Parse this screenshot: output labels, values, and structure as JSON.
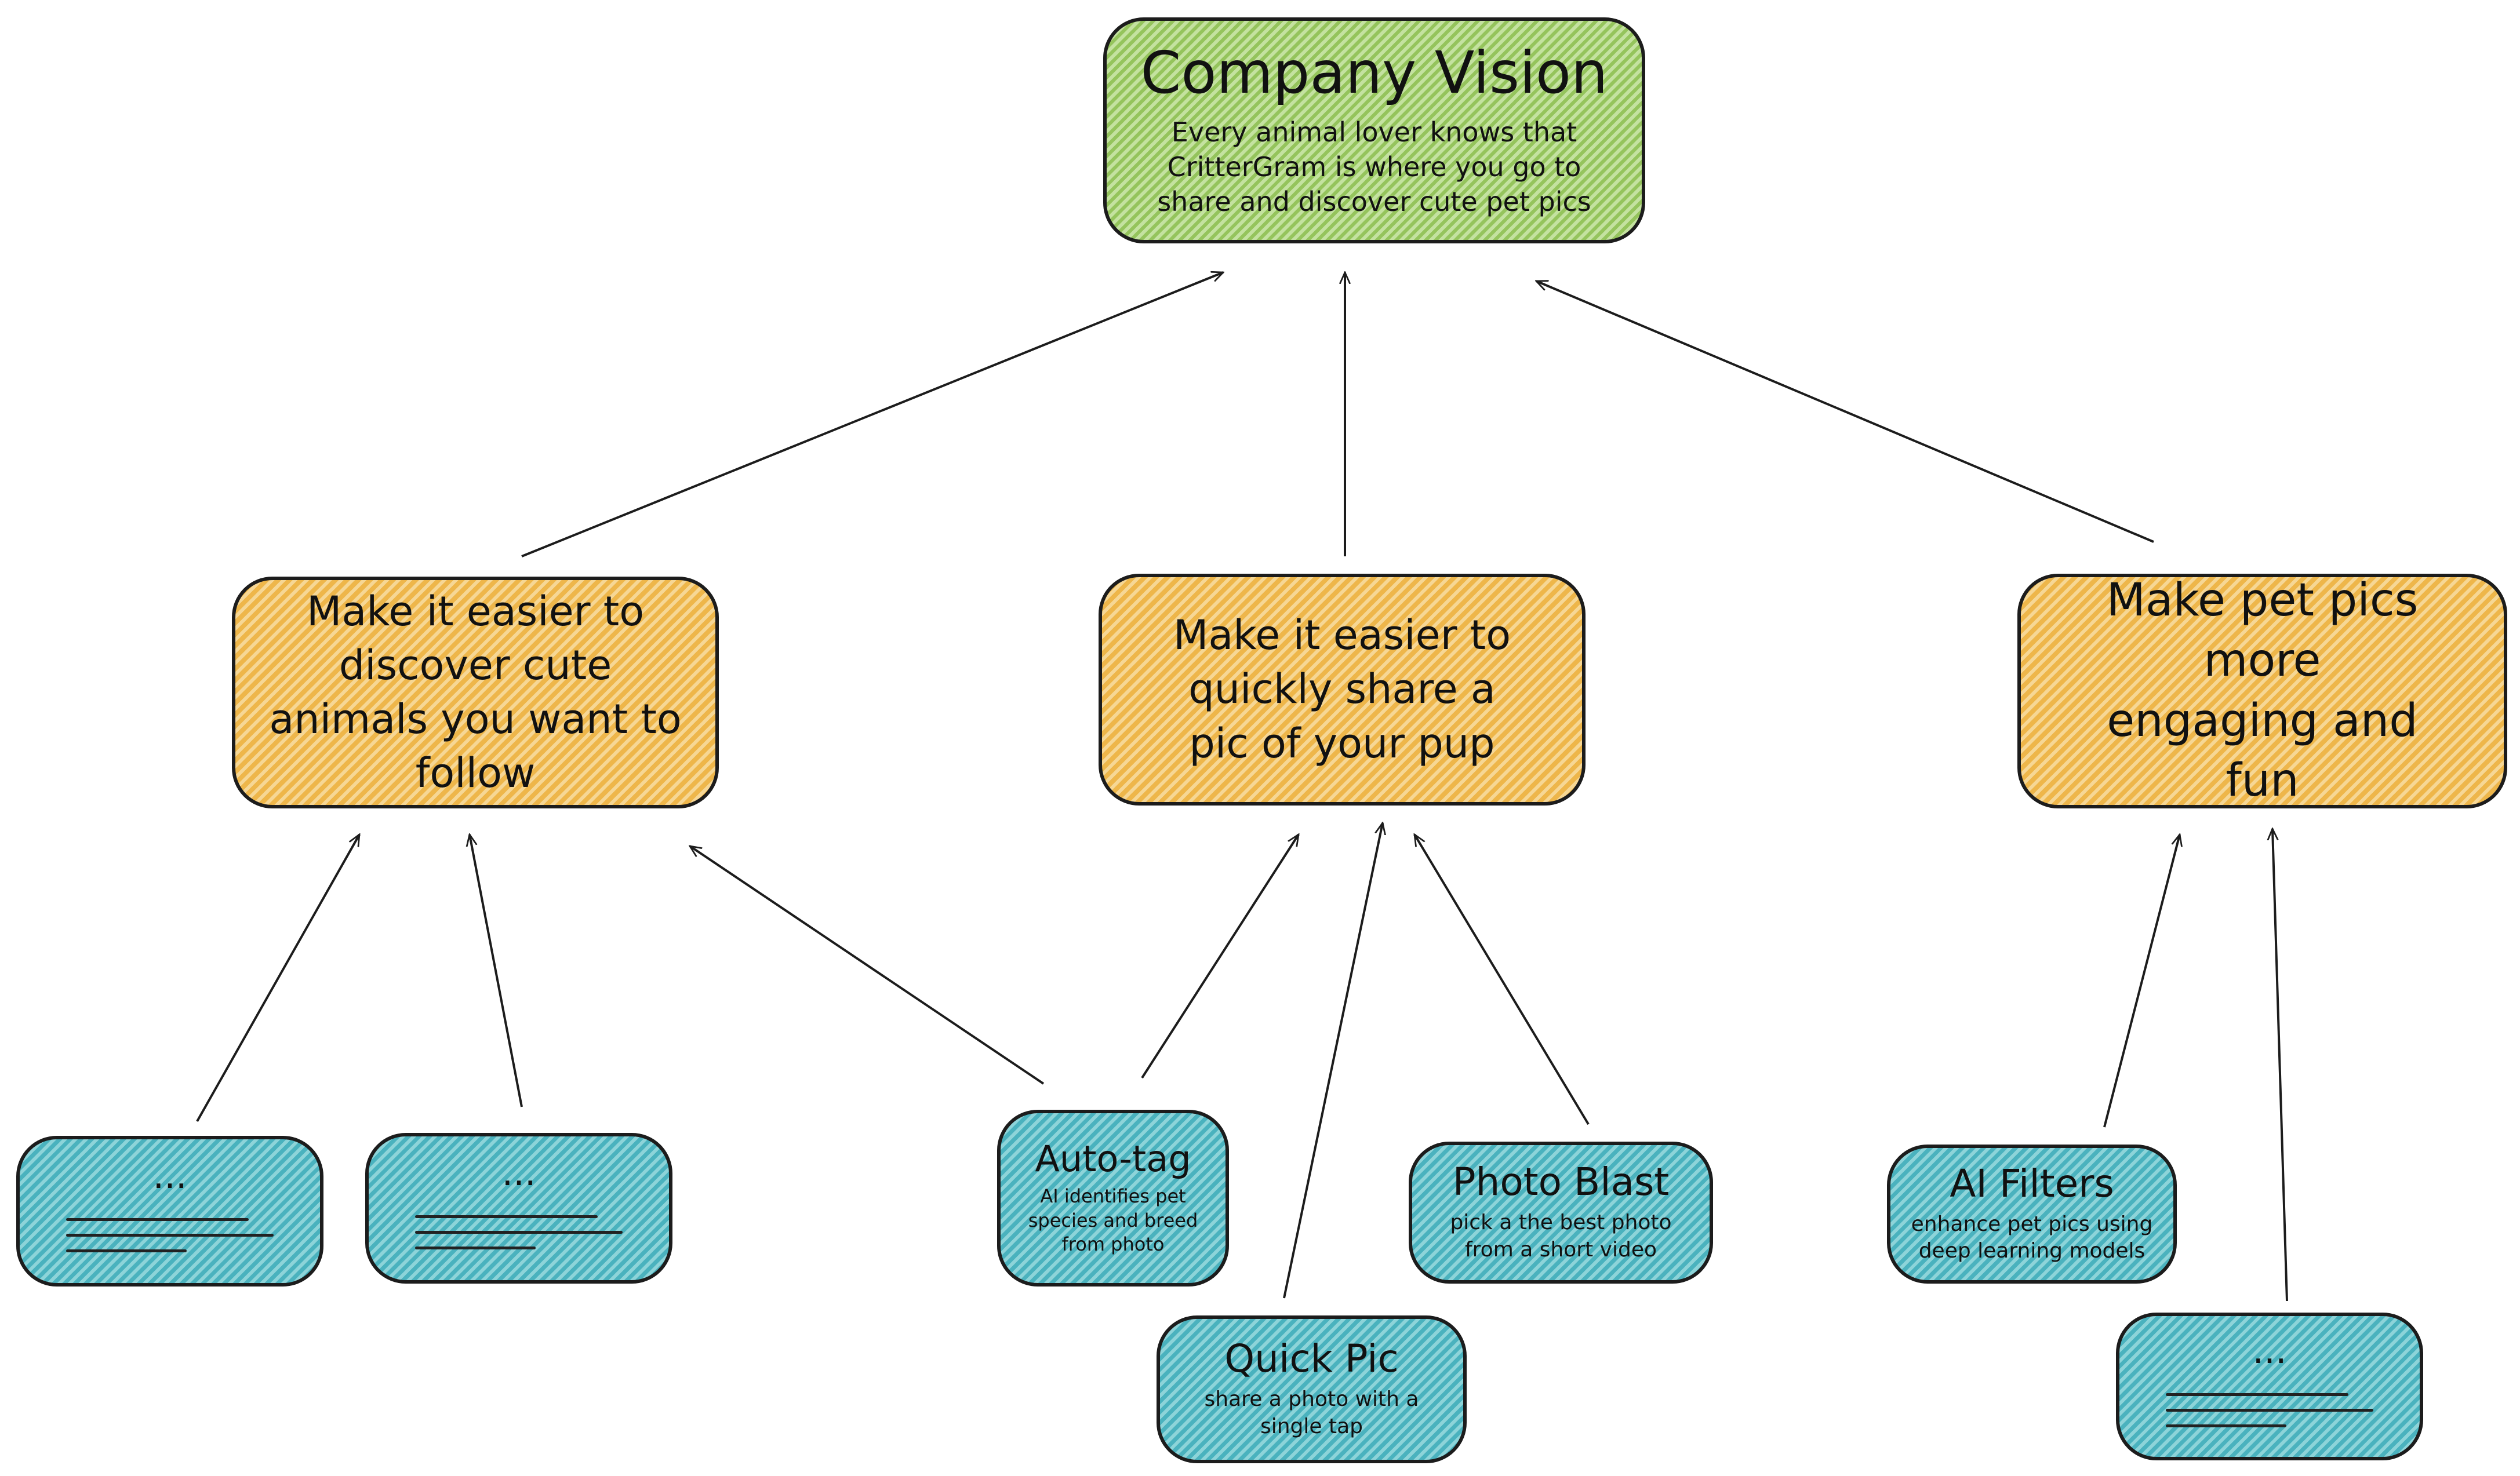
{
  "vision": {
    "title": "Company Vision",
    "description": "Every animal lover knows that CritterGram is where you go to share and discover cute pet pics"
  },
  "goals": {
    "discover": "Make it easier to discover cute animals you want to follow",
    "share": "Make it easier to quickly share a pic of your pup",
    "engaging": "Make pet pics more engaging and fun"
  },
  "features": {
    "placeholder_1": {
      "title": "..."
    },
    "placeholder_2": {
      "title": "..."
    },
    "auto_tag": {
      "title": "Auto-tag",
      "description": "AI identifies pet species and breed from photo"
    },
    "quick_pic": {
      "title": "Quick Pic",
      "description": "share a photo with a single tap"
    },
    "photo_blast": {
      "title": "Photo Blast",
      "description": "pick a the best photo from a short video"
    },
    "ai_filters": {
      "title": "AI Filters",
      "description": "enhance pet pics using deep learning models"
    },
    "placeholder_3": {
      "title": "..."
    }
  },
  "colors": {
    "vision": "#a4d26d",
    "goal": "#f2c25c",
    "feature": "#5cc1c9",
    "stroke": "#1c1c1c"
  }
}
